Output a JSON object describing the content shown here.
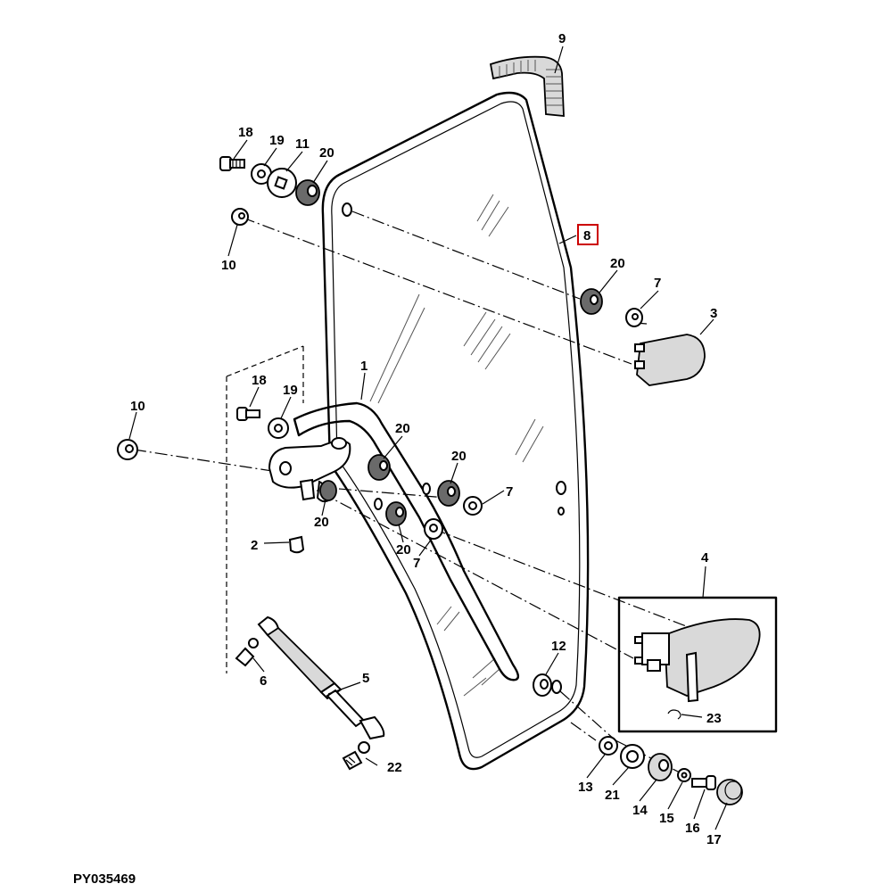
{
  "figure_id": "PY035469",
  "highlighted_callout": "8",
  "highlight_color": "#cc0000",
  "callouts": {
    "c1": "1",
    "c2": "2",
    "c3": "3",
    "c4": "4",
    "c5": "5",
    "c6": "6",
    "c7a": "7",
    "c7b": "7",
    "c7c": "7",
    "c8": "8",
    "c9": "9",
    "c10a": "10",
    "c10b": "10",
    "c11": "11",
    "c12": "12",
    "c13": "13",
    "c14": "14",
    "c15": "15",
    "c16": "16",
    "c17": "17",
    "c18a": "18",
    "c18b": "18",
    "c19a": "19",
    "c19b": "19",
    "c20a": "20",
    "c20b": "20",
    "c20c": "20",
    "c20d": "20",
    "c20e": "20",
    "c20f": "20",
    "c21": "21",
    "c22": "22",
    "c23": "23"
  }
}
